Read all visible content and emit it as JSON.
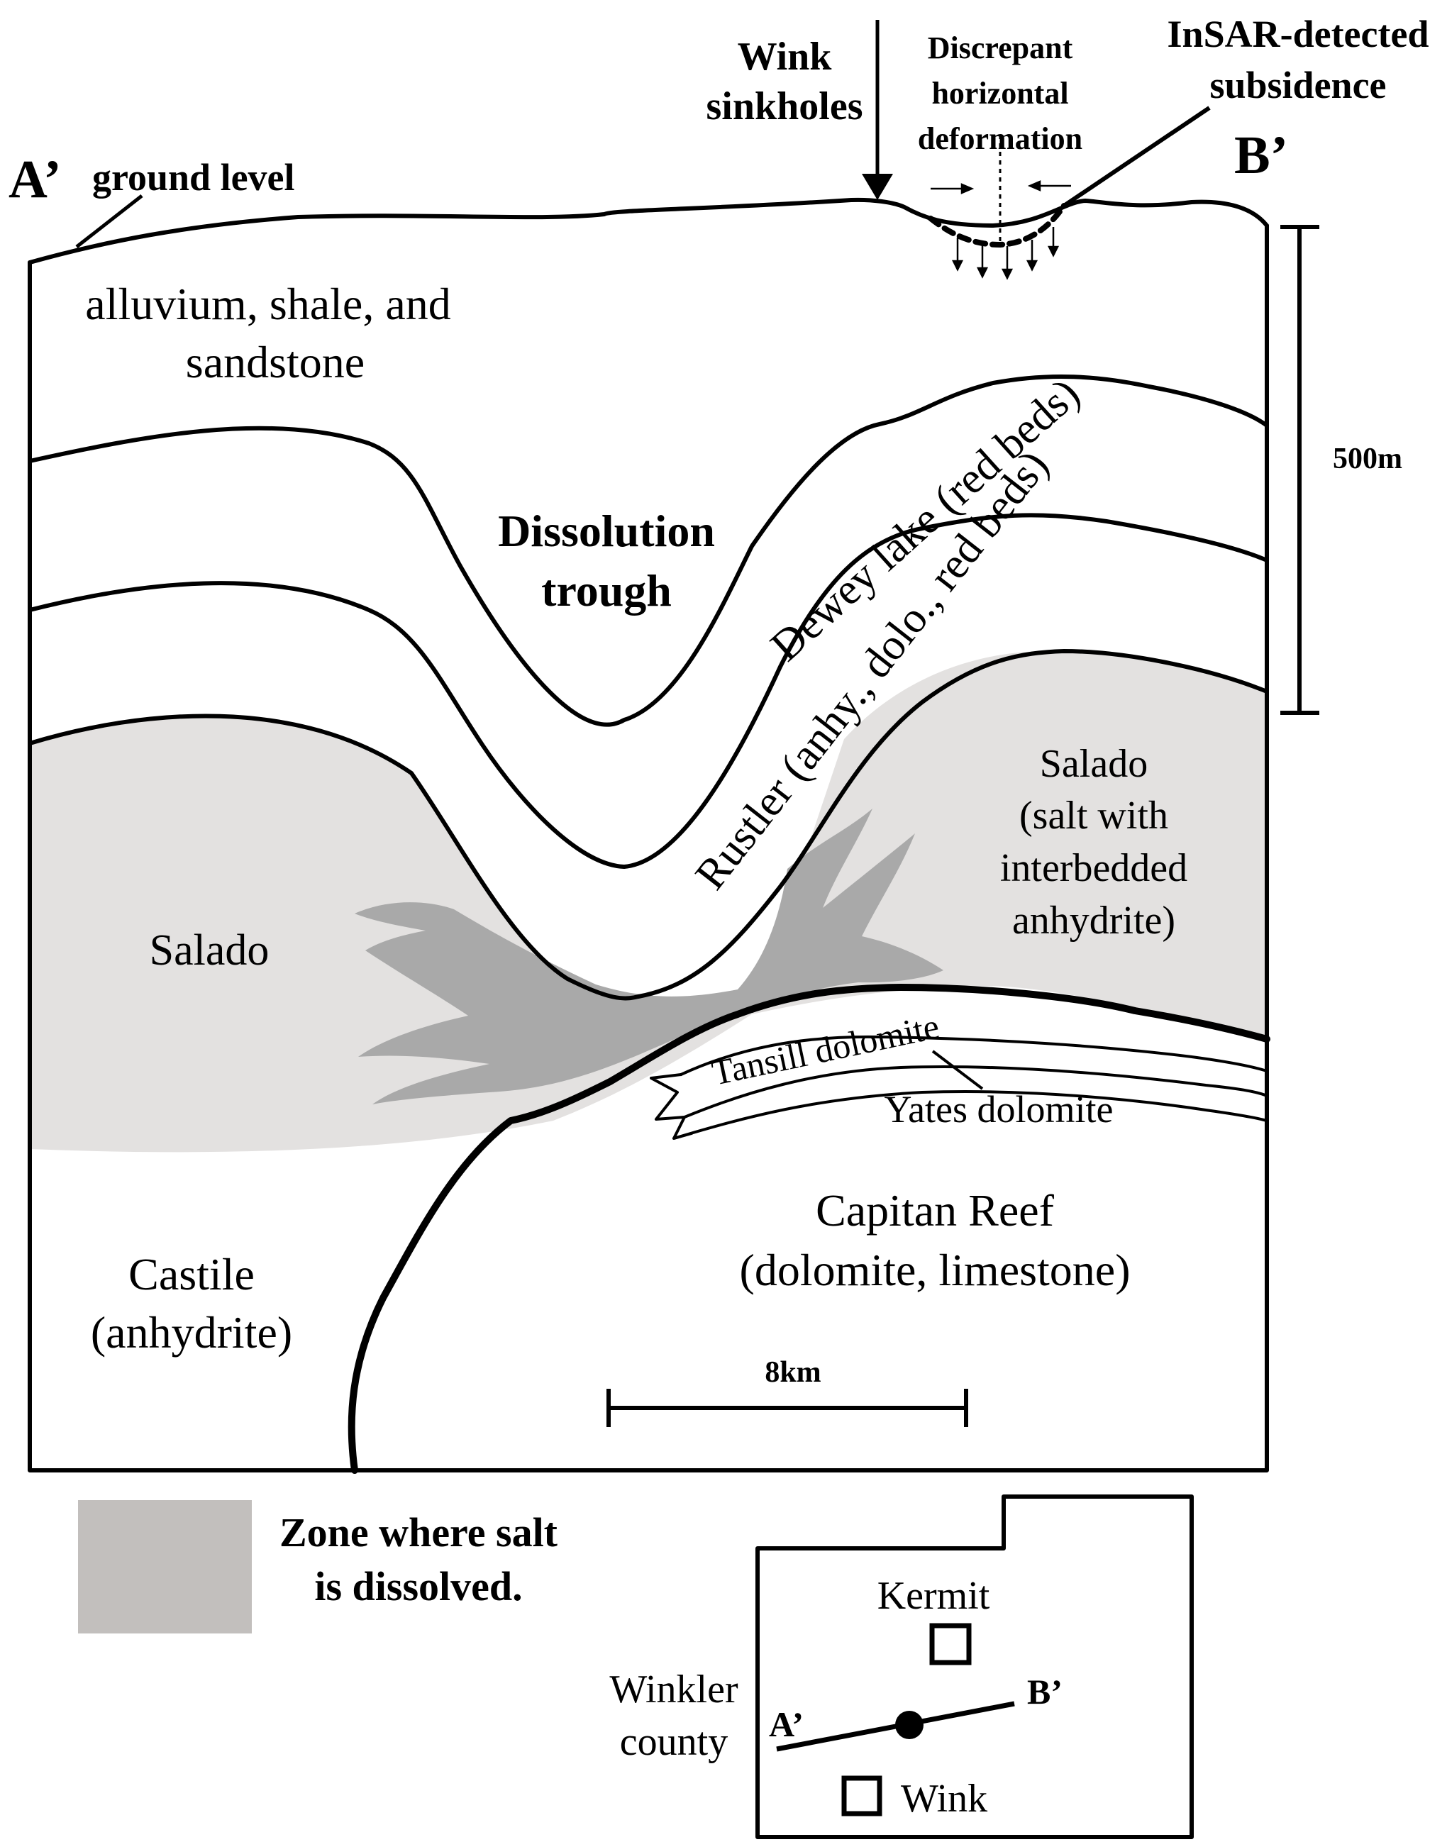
{
  "labels": {
    "a_prime": "A’",
    "b_prime": "B’",
    "ground_level": "ground level",
    "wink_sinkholes_1": "Wink",
    "wink_sinkholes_2": "sinkholes",
    "discrepant_1": "Discrepant",
    "discrepant_2": "horizontal",
    "discrepant_3": "deformation",
    "insar_1": "InSAR-detected",
    "insar_2": "subsidence",
    "alluvium_1": "alluvium, shale, and",
    "alluvium_2": "sandstone",
    "dissolution_1": "Dissolution",
    "dissolution_2": "trough",
    "dewey_lake": "Dewey lake (red beds)",
    "rustler": "Rustler (anhy., dolo., red beds)",
    "salado_left": "Salado",
    "salado_right_1": "Salado",
    "salado_right_2": "(salt with",
    "salado_right_3": "interbedded",
    "salado_right_4": "anhydrite)",
    "tansill": "Tansill dolomite",
    "yates": "Yates dolomite",
    "capitan_1": "Capitan Reef",
    "capitan_2": "(dolomite, limestone)",
    "castile_1": "Castile",
    "castile_2": "(anhydrite)",
    "scale_vertical": "500m",
    "scale_horizontal": "8km"
  },
  "legend": {
    "line1": "Zone where salt",
    "line2": "is dissolved."
  },
  "inset_map": {
    "kermit": "Kermit",
    "wink": "Wink",
    "county_1": "Winkler",
    "county_2": "county",
    "a_prime": "A’",
    "b_prime": "B’"
  },
  "colors": {
    "salado_fill": "#e3e1e0",
    "dissolution_fill": "#a9a9a9",
    "legend_swatch": "#c2bfbd",
    "line": "#000000"
  }
}
